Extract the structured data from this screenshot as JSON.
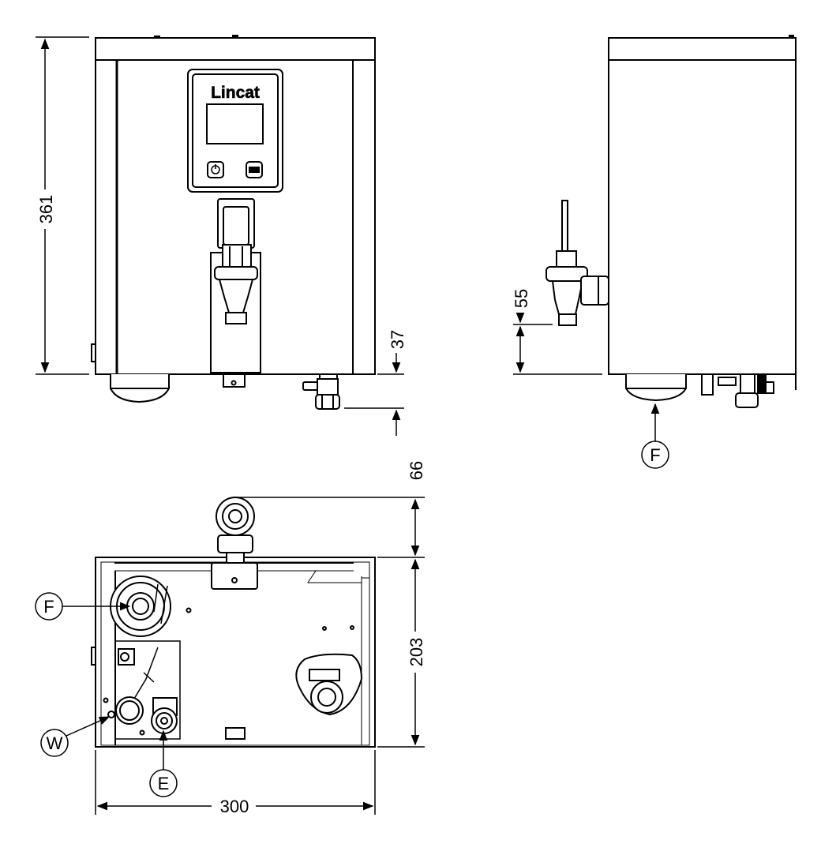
{
  "dimensions": {
    "front_height": "361",
    "tap_below_base": "37",
    "tap_height_side": "55",
    "tap_projection_plan": "66",
    "depth_plan": "203",
    "width_plan": "300"
  },
  "callouts": {
    "side_feed": "F",
    "plan_feed": "F",
    "plan_waste": "W",
    "plan_electric": "E"
  },
  "brand_logo": "Lincat"
}
